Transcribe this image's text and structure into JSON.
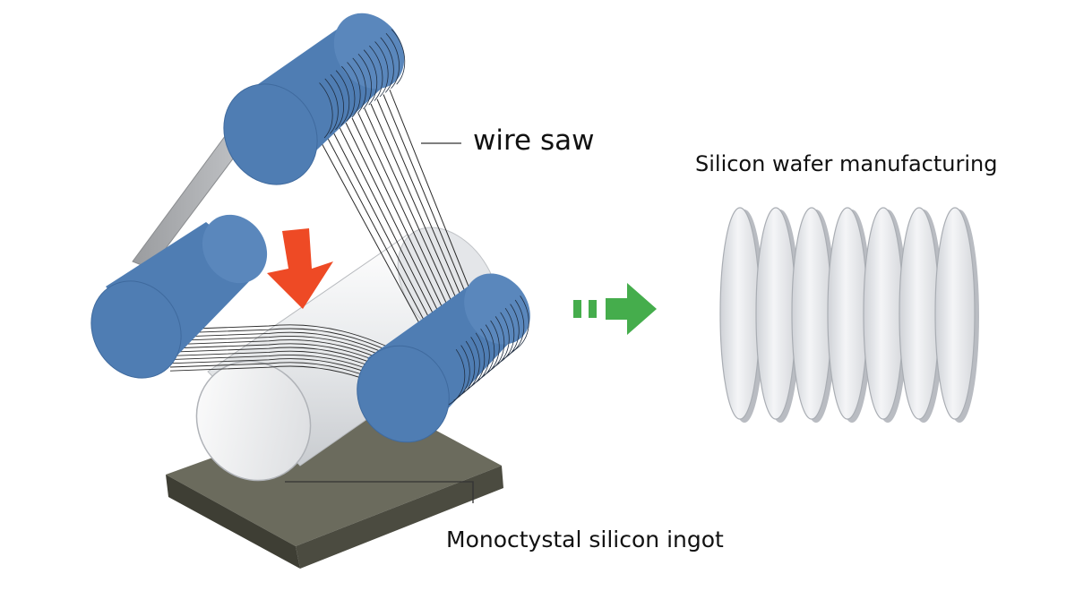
{
  "labels": {
    "wire_saw": "wire saw",
    "wafer_title": "Silicon wafer manufacturing",
    "ingot": "Monoctystal silicon ingot"
  },
  "colors": {
    "roller": "#4f7db3",
    "roller_dark": "#3f6a9e",
    "roller_light": "#6b97c9",
    "down_arrow": "#ee4a25",
    "flow_arrow": "#45ad4c",
    "ingot": "#e9ebed",
    "base_top": "#6b6b5d",
    "base_front": "#3e3e34",
    "wafer": "#e2e4e8",
    "wire": "#2b2b2b"
  },
  "icons": {
    "process_arrow": "down-arrow-icon",
    "flow_arrow": "right-arrow-icon"
  },
  "wafers": {
    "count": 7
  }
}
